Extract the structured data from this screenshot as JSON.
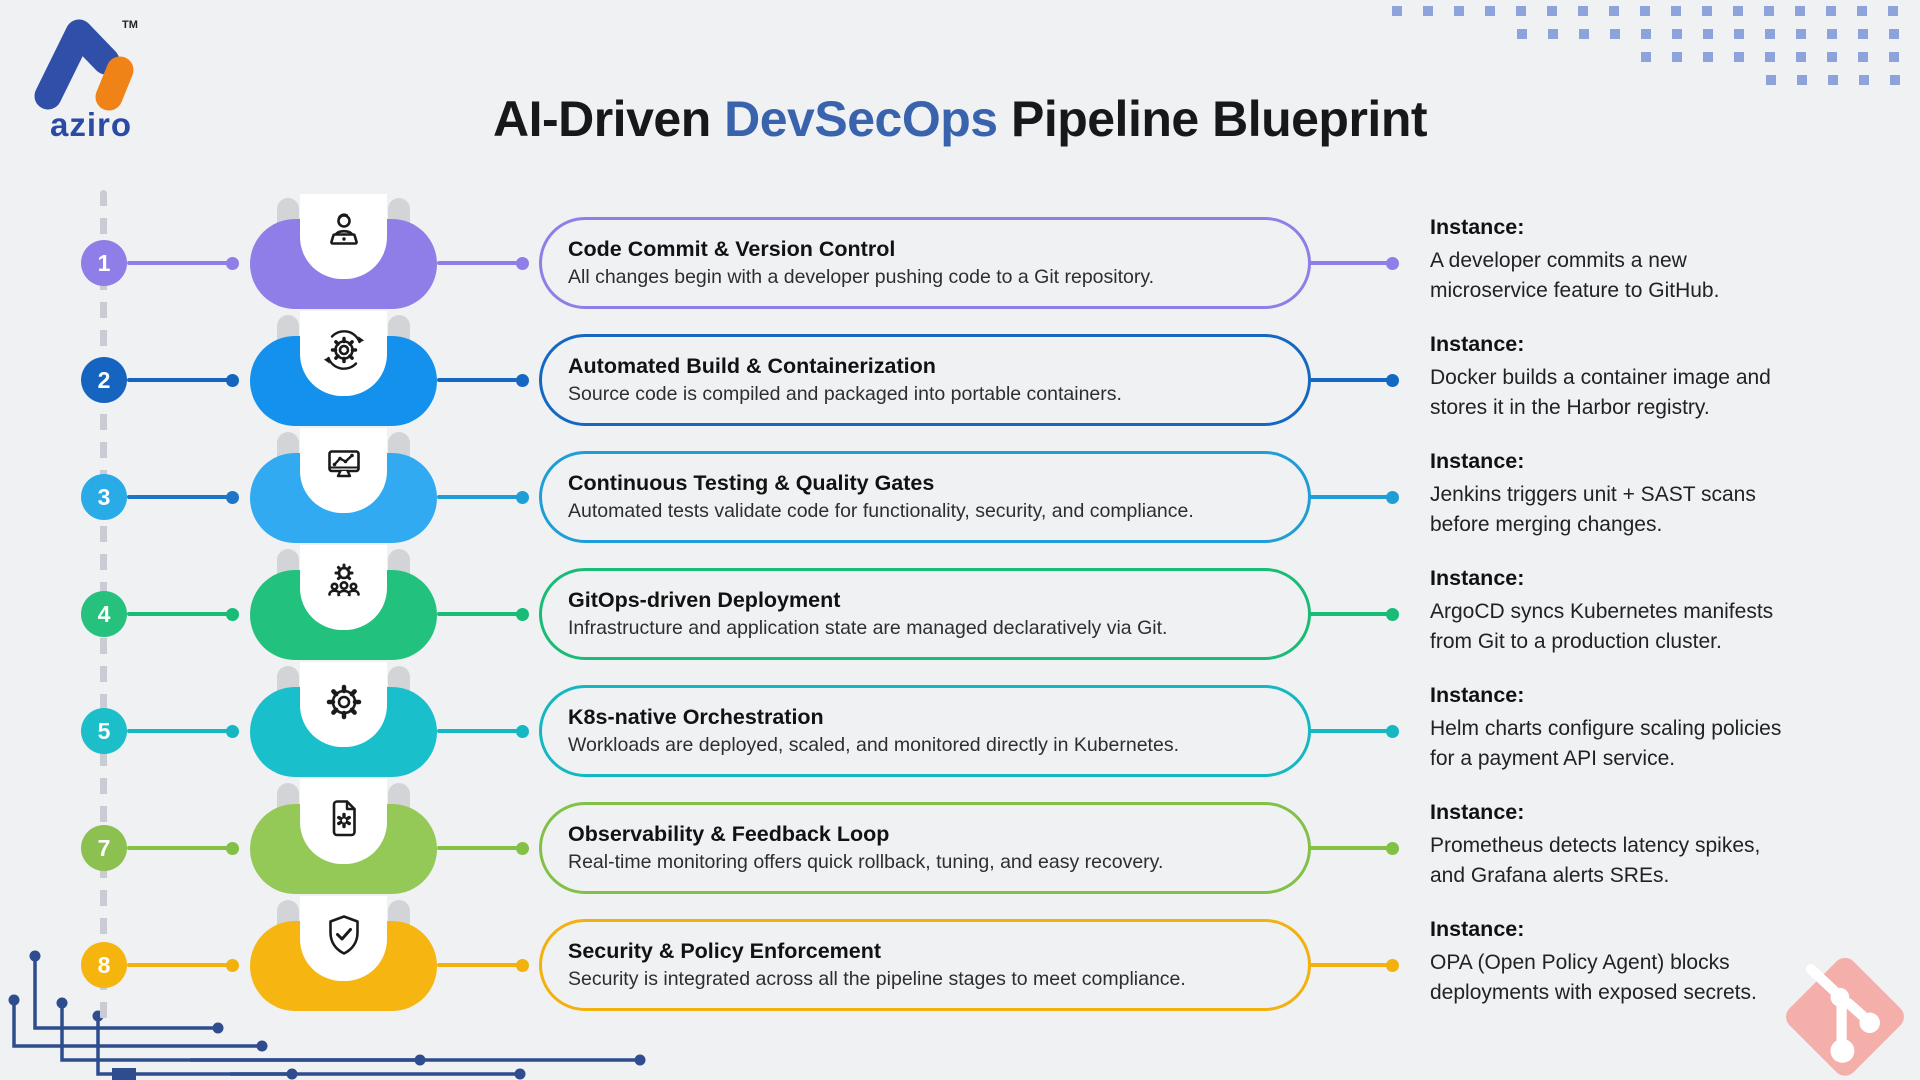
{
  "page": {
    "background": "#EFF1F3"
  },
  "brand": {
    "name": "aziro",
    "trademark": "TM",
    "wordmark_color": "#2B4AA5",
    "mark_blue": "#2F4FA8",
    "mark_orange": "#F08318"
  },
  "title": {
    "prefix": "AI-Driven ",
    "highlight": "DevSecOps",
    "suffix": " Pipeline Blueprint",
    "highlight_color": "#3A63AD"
  },
  "instance_label": "Instance:",
  "rows": [
    {
      "number": "1",
      "icon": "developer-laptop-icon",
      "title": "Code Commit & Version Control",
      "description": "All changes begin with a developer pushing code to a Git repository.",
      "instance": "A developer commits a new\nmicroservice feature to GitHub.",
      "colors": {
        "circle": "#8F7EE7",
        "line_start": "#8F7EE7",
        "line": "#8F7EE7",
        "badge": "#8F7EE7"
      }
    },
    {
      "number": "2",
      "icon": "automation-gear-sync-icon",
      "title": "Automated Build & Containerization",
      "description": "Source code is compiled and packaged into portable containers.",
      "instance": "Docker builds a container image and\nstores it in the Harbor registry.",
      "colors": {
        "circle": "#1565C0",
        "line_start": "#1565C0",
        "line": "#1568C2",
        "badge": "#1491EC"
      }
    },
    {
      "number": "3",
      "icon": "monitor-chart-icon",
      "title": "Continuous Testing & Quality Gates",
      "description": "Automated tests validate code for functionality, security, and compliance.",
      "instance": "Jenkins triggers unit + SAST scans\nbefore merging changes.",
      "colors": {
        "circle": "#29ABE8",
        "line_start": "#1E74C6",
        "line": "#1F9DD7",
        "badge": "#31AAF2"
      }
    },
    {
      "number": "4",
      "icon": "team-gear-icon",
      "title": "GitOps-driven Deployment",
      "description": "Infrastructure and application state are managed declaratively via Git.",
      "instance": "ArgoCD syncs Kubernetes manifests\nfrom Git to a production cluster.",
      "colors": {
        "circle": "#25C17D",
        "line_start": "#19BC77",
        "line": "#19BC77",
        "badge": "#22C17E"
      }
    },
    {
      "number": "5",
      "icon": "gear-icon",
      "title": "K8s-native Orchestration",
      "description": "Workloads are deployed, scaled, and monitored directly in Kubernetes.",
      "instance": "Helm charts configure scaling policies\nfor a payment API service.",
      "colors": {
        "circle": "#1BBEC9",
        "line_start": "#14B7C2",
        "line": "#14B7C2",
        "badge": "#19BFCB"
      }
    },
    {
      "number": "7",
      "icon": "document-gear-icon",
      "title": "Observability & Feedback Loop",
      "description": "Real-time monitoring offers quick rollback, tuning, and easy recovery.",
      "instance": "Prometheus detects latency spikes,\nand Grafana alerts SREs.",
      "colors": {
        "circle": "#8CC152",
        "line_start": "#82C046",
        "line": "#82C046",
        "badge": "#94C957"
      }
    },
    {
      "number": "8",
      "icon": "shield-check-icon",
      "title": "Security & Policy Enforcement",
      "description": "Security is integrated across all the pipeline stages to meet compliance.",
      "instance": "OPA (Open Policy Agent) blocks\ndeployments with exposed secrets.",
      "colors": {
        "circle": "#F6B40E",
        "line_start": "#F2B10C",
        "line": "#F2B10C",
        "badge": "#F6B511"
      }
    }
  ],
  "decorations": {
    "top_right_dots_color": "#8CA3DC",
    "circuit_color": "#2E4C8E",
    "git_badge_color": "#F4AFAA",
    "timeline_dash_color": "#C9CCD3",
    "ribbon_tab_color": "#D2D4D7"
  }
}
